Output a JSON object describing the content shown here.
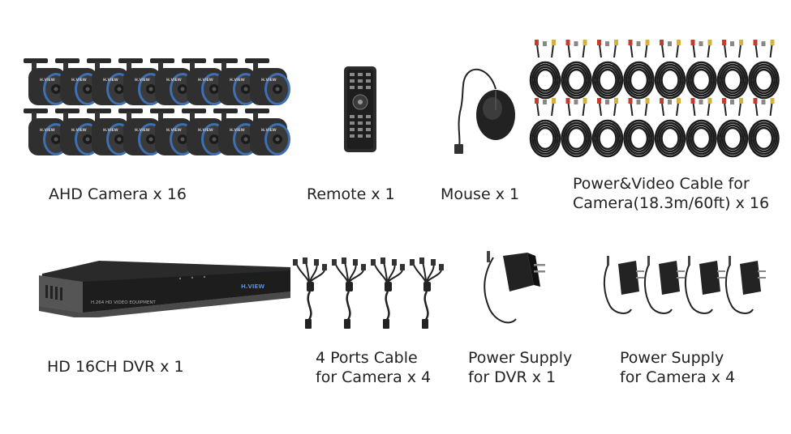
{
  "products": [
    {
      "id": "cameras",
      "label": "AHD Camera x 16",
      "brand": "H.VIEW"
    },
    {
      "id": "remote",
      "label": "Remote x 1"
    },
    {
      "id": "mouse",
      "label": "Mouse x 1"
    },
    {
      "id": "cables",
      "label_line1": "Power&Video Cable for",
      "label_line2": "Camera(18.3m/60ft) x 16"
    },
    {
      "id": "dvr",
      "label": "HD 16CH DVR x 1",
      "brand": "H.VIEW",
      "device_text": "H.264 HD VIDEO EQUIPMENT"
    },
    {
      "id": "splitter",
      "label_line1": "4 Ports Cable",
      "label_line2": "for Camera x 4"
    },
    {
      "id": "dvr-power",
      "label_line1": "Power Supply",
      "label_line2": "for DVR x 1"
    },
    {
      "id": "camera-power",
      "label_line1": "Power Supply",
      "label_line2": "for Camera x 4"
    }
  ]
}
